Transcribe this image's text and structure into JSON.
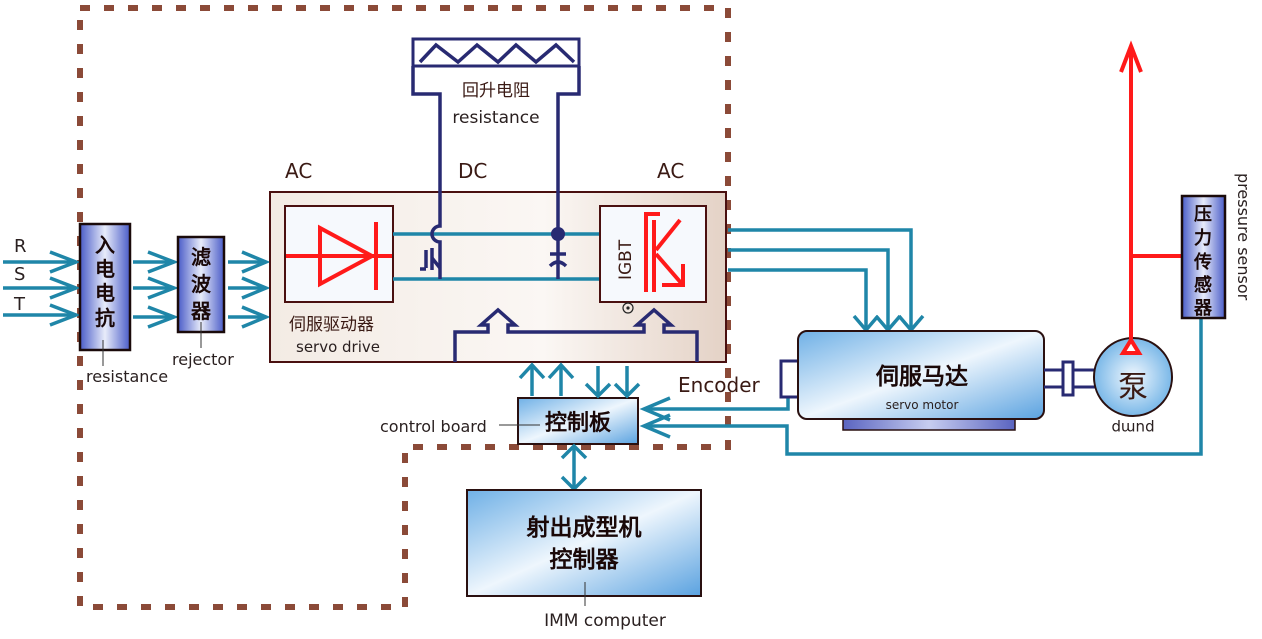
{
  "diagram": {
    "title": "Servo drive injection molding machine system",
    "phase_inputs": [
      "R",
      "S",
      "T"
    ],
    "reactor": {
      "label_cn": "入电电抗",
      "label_en": "resistance"
    },
    "filter": {
      "label_cn": "滤波器",
      "label_en": "rejector"
    },
    "section_labels": {
      "ac_in": "AC",
      "dc": "DC",
      "ac_out": "AC"
    },
    "regen_resistor": {
      "label_cn": "回升电阻",
      "label_en": "resistance"
    },
    "servo_drive": {
      "label_cn": "伺服驱动器",
      "label_en": "servo drive",
      "igbt_label": "IGBT"
    },
    "control_board": {
      "label_cn": "控制板",
      "label_en": "control board"
    },
    "encoder": {
      "label_en": "Encoder"
    },
    "servo_motor": {
      "label_cn": "伺服马达",
      "label_en": "servo motor"
    },
    "pump": {
      "label_cn": "泵",
      "label_en": "pump"
    },
    "pressure_sensor": {
      "label_cn": "压力传感器",
      "label_en": "pressure sensor"
    },
    "imm_controller": {
      "label_cn_line1": "射出成型机",
      "label_cn_line2": "控制器",
      "label_en": "IMM computer"
    },
    "colors": {
      "signal_lines": "#1f86a8",
      "dc_bus": "#282a72",
      "hydraulic": "#ff1a1a",
      "boundary": "#8b4a38",
      "drive_panel": "#ece0d6",
      "component_fill": "#8fc4ec"
    }
  }
}
